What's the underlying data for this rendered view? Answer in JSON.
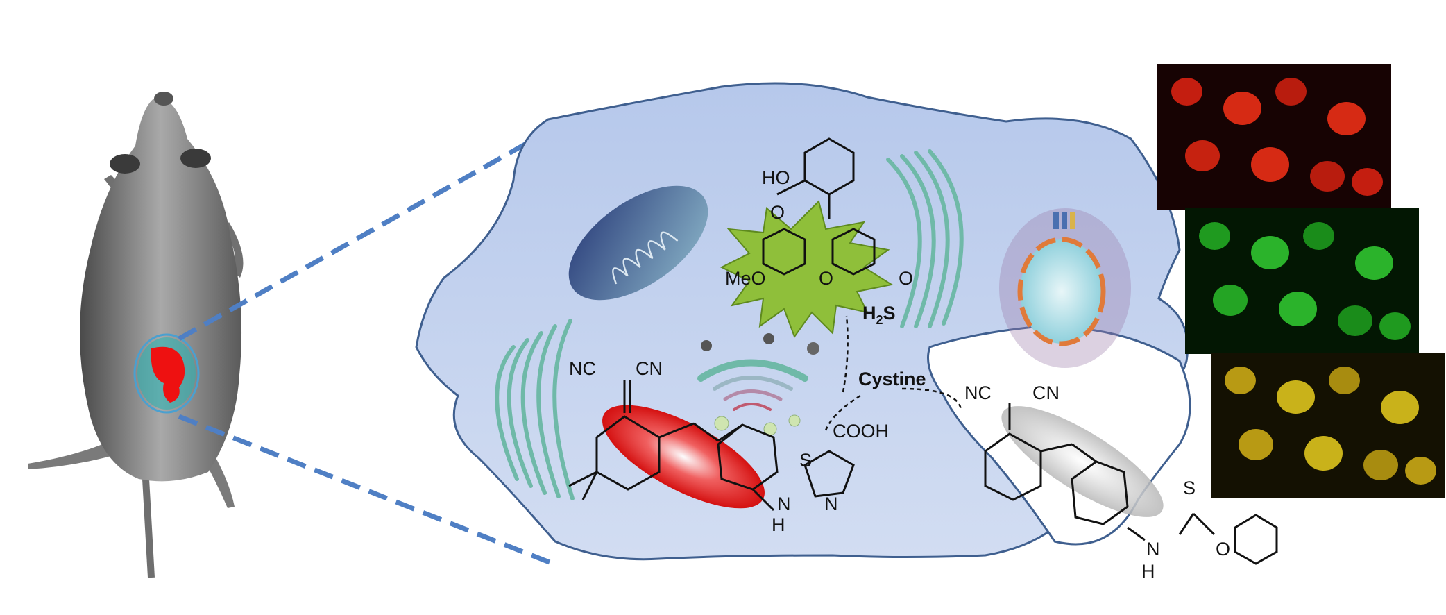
{
  "labels": {
    "h2s": "H",
    "h2s_sub": "2",
    "h2s_tail": "S",
    "cystine": "Cystine",
    "ho": "HO",
    "o_carbonyl": "O",
    "meo": "MeO",
    "o_ring": "O",
    "o_ketone": "O",
    "nc1": "NC",
    "cn1": "CN",
    "cooh": "COOH",
    "s_thiazoline": "S",
    "n_thiazoline": "N",
    "nh_n": "N",
    "nh_h": "H",
    "nc2": "NC",
    "cn2": "CN",
    "s_thio": "S",
    "nh2_n": "N",
    "nh2_h": "H",
    "o_ester": "O"
  },
  "colors": {
    "cell_fill": "#c4d4ee",
    "cell_stroke": "#3f5f8f",
    "dashed_zoom": "#4f7fc4",
    "fluorescence_red": "#d62a14",
    "fluorescence_green": "#2bb32b",
    "fluorescence_merge": "#c9b21a",
    "probe_green": "#8fbf3a",
    "highlight_red": "#e02020"
  },
  "icons": [
    "mouse-image",
    "mitochondrion-icon",
    "er-icon",
    "golgi-icon",
    "nucleus-icon",
    "fluorescence-red-panel",
    "fluorescence-green-panel",
    "fluorescence-merged-panel"
  ]
}
